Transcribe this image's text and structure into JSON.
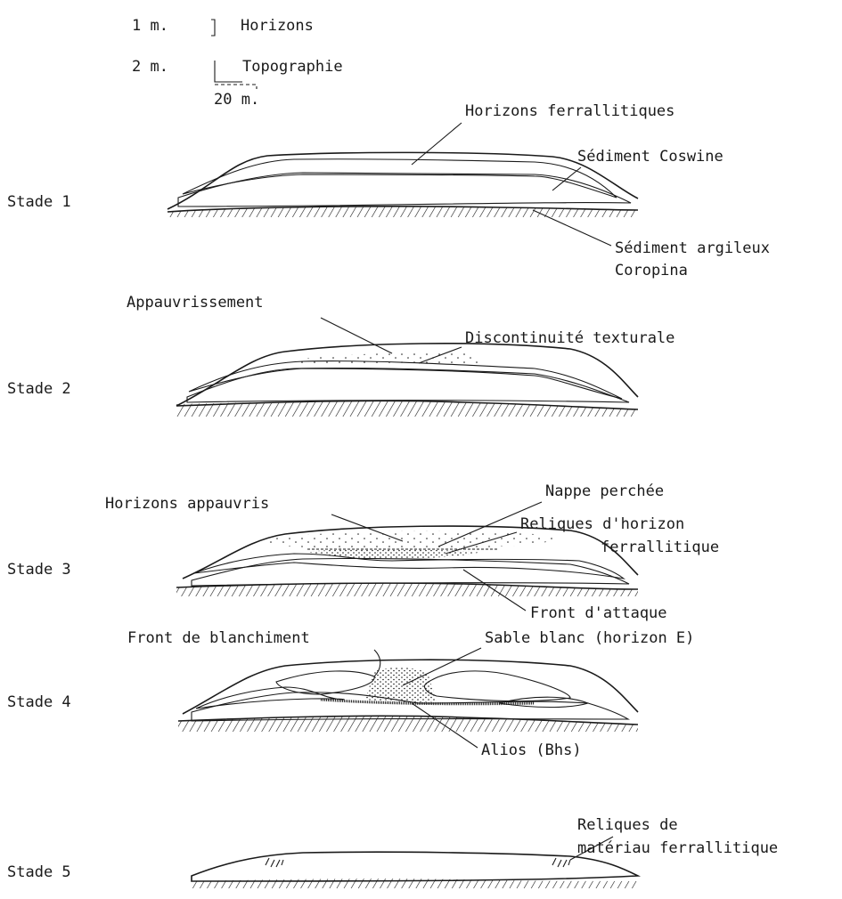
{
  "legend": {
    "horizons_scale": "1 m.",
    "horizons_label": "Horizons",
    "topography_scale": "2 m.",
    "topography_label": "Topographie",
    "horizontal_scale": "20 m."
  },
  "stages": [
    {
      "label": "Stade 1",
      "annotations": [
        "Horizons ferrallitiques",
        "Sédiment Coswine",
        "Sédiment argileux",
        "Coropina"
      ]
    },
    {
      "label": "Stade 2",
      "annotations": [
        "Appauvrissement",
        "Discontinuité texturale"
      ]
    },
    {
      "label": "Stade 3",
      "annotations": [
        "Horizons appauvris",
        "Nappe perchée",
        "Reliques d'horizon",
        "ferrallitique",
        "Front d'attaque"
      ]
    },
    {
      "label": "Stade 4",
      "annotations": [
        "Front de blanchiment",
        "Sable blanc (horizon E)",
        "Alios (Bhs)"
      ]
    },
    {
      "label": "Stade 5",
      "annotations": [
        "Reliques de",
        "matériau ferrallitique"
      ]
    }
  ],
  "colors": {
    "ink": "#1a1a1a",
    "paper": "#ffffff"
  }
}
